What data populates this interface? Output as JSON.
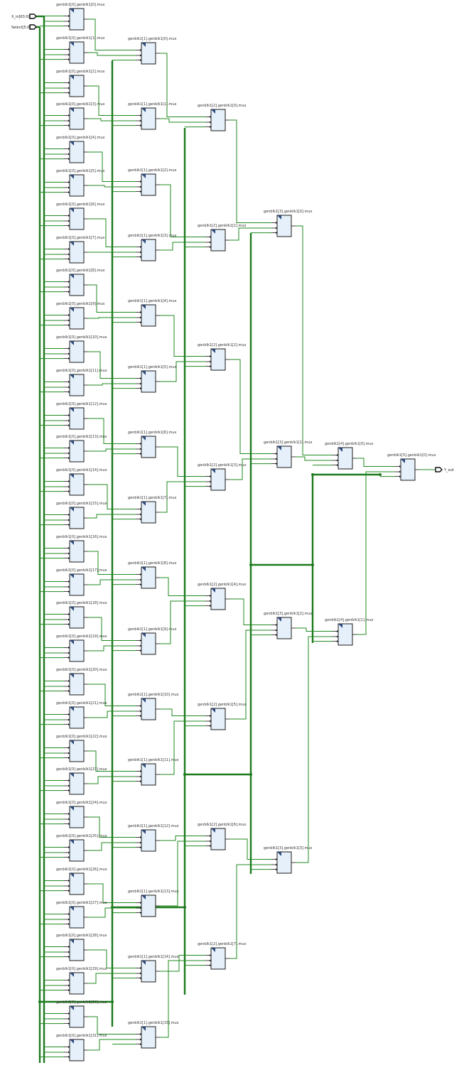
{
  "ports": {
    "inputs": [
      {
        "name": "X_in[63:0]"
      },
      {
        "name": "Select[5:0]"
      }
    ],
    "output": {
      "name": "Y_out"
    }
  },
  "stages": [
    {
      "stage": 0,
      "label_prefix": "genblk1[0].genblk1",
      "count": 32
    },
    {
      "stage": 1,
      "label_prefix": "genblk1[1].genblk1",
      "count": 16
    },
    {
      "stage": 2,
      "label_prefix": "genblk1[2].genblk1",
      "count": 8
    },
    {
      "stage": 3,
      "label_prefix": "genblk1[3].genblk1",
      "count": 4
    },
    {
      "stage": 4,
      "label_prefix": "genblk1[4].genblk1",
      "count": 2
    },
    {
      "stage": 5,
      "label_prefix": "genblk1[5].genblk1",
      "count": 1
    }
  ],
  "instance_suffix": ".mux",
  "colors": {
    "wire": "#1f8a1f",
    "bus": "#1c7a1c",
    "block_fill": "#e6f0fa",
    "block_corner": "#2e4a7a"
  },
  "icons": {
    "mux": "mux-block-icon",
    "input_port": "input-port-arrow",
    "output_port": "output-port-arrow"
  }
}
